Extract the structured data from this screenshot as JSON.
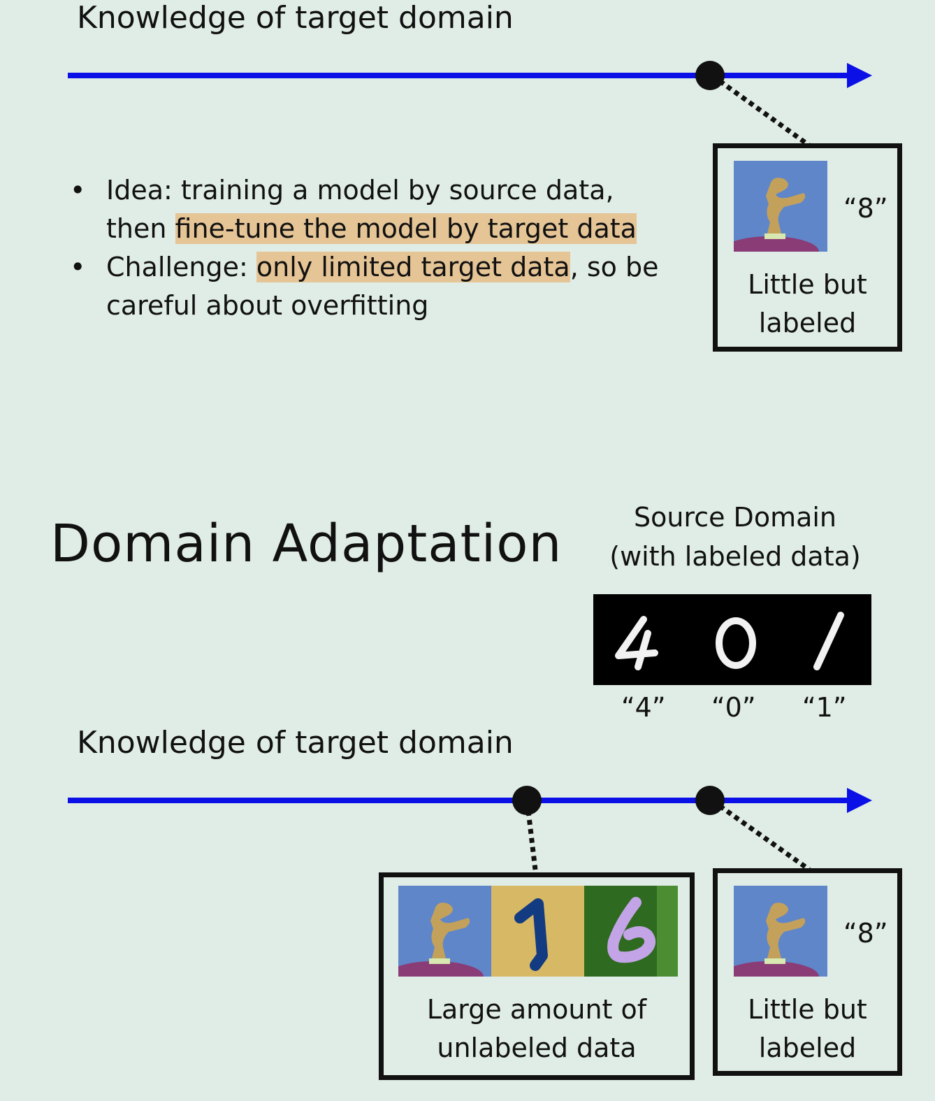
{
  "top": {
    "axis_title": "Knowledge of target domain",
    "bullets": [
      {
        "prefix": "Idea: training a model by source data,"
      },
      {
        "prefix": "then ",
        "highlight": "fine-tune the model by target data"
      },
      {
        "prefix": "Challenge: ",
        "highlight": "only limited target data",
        "suffix": ", so be"
      },
      {
        "prefix": "careful about overfitting"
      }
    ],
    "target_box": {
      "label_line1": "Little but",
      "label_line2": "labeled",
      "digit_label": "“8”"
    }
  },
  "bottom": {
    "heading": "Domain Adaptation",
    "source": {
      "title_line1": "Source Domain",
      "title_line2": "(with labeled data)",
      "digit_labels": [
        "“4”",
        "“0”",
        "“1”"
      ]
    },
    "axis_title": "Knowledge of target domain",
    "unlabeled_box": {
      "label_line1": "Large amount of",
      "label_line2": "unlabeled data"
    },
    "target_box": {
      "label_line1": "Little but",
      "label_line2": "labeled",
      "digit_label": "“8”"
    }
  },
  "colors": {
    "background": "#e0ede6",
    "axis": "#0a10e6",
    "highlight": "#e5c496"
  },
  "icons": [
    "svhn-digit-8-image",
    "svhn-digit-1-image",
    "svhn-digit-6-image",
    "mnist-digits-image"
  ]
}
